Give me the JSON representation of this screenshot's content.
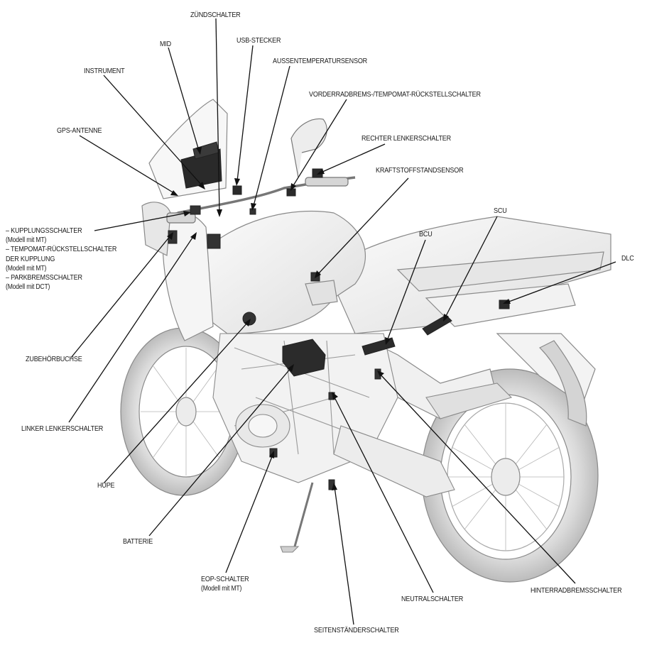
{
  "labels": {
    "zuendschalter": "ZÜNDSCHALTER",
    "usb": "USB-STECKER",
    "mid": "MID",
    "aussentemp": "AUSSENTEMPERATURSENSOR",
    "instrument": "INSTRUMENT",
    "vorderradbrems": "VORDERRADBREMS-/TEMPOMAT-RÜCKSTELLSCHALTER",
    "gps": "GPS-ANTENNE",
    "rechter_lenker": "RECHTER LENKERSCHALTER",
    "kraftstoff": "KRAFTSTOFFSTANDSENSOR",
    "scu": "SCU",
    "bcu": "BCU",
    "dlc": "DLC",
    "kupplung_line1": "– KUPPLUNGSSCHALTER",
    "kupplung_line2": "(Modell mit MT)",
    "kupplung_line3": "– TEMPOMAT-RÜCKSTELLSCHALTER",
    "kupplung_line4": "DER KUPPLUNG",
    "kupplung_line5": "(Modell mit MT)",
    "kupplung_line6": "– PARKBREMSSCHALTER",
    "kupplung_line7": "(Modell mit DCT)",
    "zubehoer": "ZUBEHÖRBUCHSE",
    "linker_lenker": "LINKER LENKERSCHALTER",
    "hupe": "HUPE",
    "batterie": "BATTERIE",
    "eop_line1": "EOP-SCHALTER",
    "eop_line2": "(Modell mit MT)",
    "neutral": "NEUTRALSCHALTER",
    "hinterrad": "HINTERRADBREMSSCHALTER",
    "seitenstaender": "SEITENSTÄNDERSCHALTER"
  }
}
